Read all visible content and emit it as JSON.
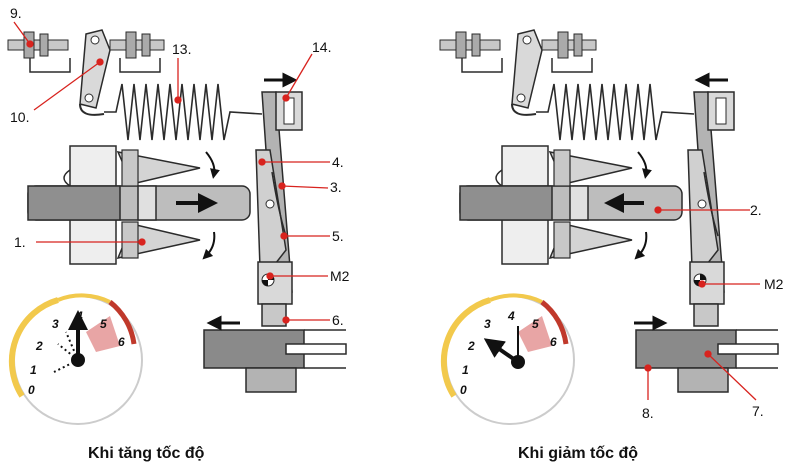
{
  "colors": {
    "leader": "#d8231e",
    "dot": "#e4281f",
    "metal_light": "#d9d9d9",
    "metal_mid": "#b3b3b3",
    "metal_dark": "#8a8a8a",
    "outline": "#2b2b2b",
    "gauge_yellow": "#f2c94c",
    "gauge_red": "#c0392b",
    "gauge_pink": "#e8a5a5"
  },
  "icons": [
    "arrow-right-icon",
    "arrow-left-icon",
    "curved-arrow-icon",
    "pivot-mark-icon"
  ],
  "panels": {
    "left": {
      "caption": "Khi tăng tốc độ",
      "labels": {
        "l9": "9.",
        "l10": "10.",
        "l13": "13.",
        "l14": "14.",
        "l4": "4.",
        "l3": "3.",
        "l1": "1.",
        "l5": "5.",
        "lm2": "M2",
        "l6": "6."
      },
      "gauge": {
        "ticks": [
          "0",
          "1",
          "2",
          "3",
          "4",
          "5",
          "6"
        ]
      }
    },
    "right": {
      "caption": "Khi giảm tốc độ",
      "labels": {
        "l2": "2.",
        "lm2": "M2",
        "l8": "8.",
        "l7": "7."
      },
      "gauge": {
        "ticks": [
          "0",
          "1",
          "2",
          "3",
          "4",
          "5",
          "6"
        ]
      }
    }
  }
}
